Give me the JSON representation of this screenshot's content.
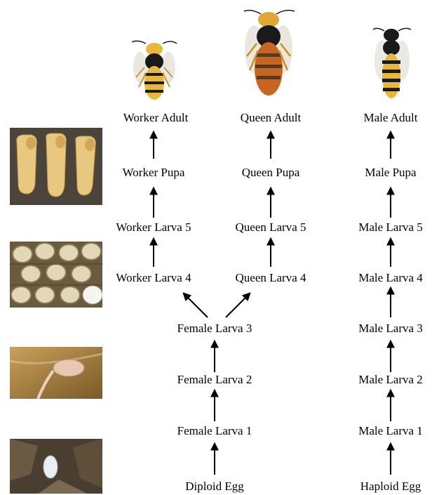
{
  "labels": {
    "worker_adult": "Worker Adult",
    "queen_adult": "Queen Adult",
    "male_adult": "Male Adult",
    "worker_pupa": "Worker Pupa",
    "queen_pupa": "Queen Pupa",
    "male_pupa": "Male Pupa",
    "worker_larva_5": "Worker Larva 5",
    "queen_larva_5": "Queen Larva 5",
    "male_larva_5": "Male Larva 5",
    "worker_larva_4": "Worker Larva 4",
    "queen_larva_4": "Queen Larva 4",
    "male_larva_4": "Male Larva 4",
    "female_larva_3": "Female Larva 3",
    "male_larva_3": "Male Larva 3",
    "female_larva_2": "Female Larva 2",
    "male_larva_2": "Male Larva 2",
    "female_larva_1": "Female Larva 1",
    "male_larva_1": "Male Larva 1",
    "diploid_egg": "Diploid Egg",
    "haploid_egg": "Haploid Egg"
  },
  "colors": {
    "text": "#000000",
    "arrow": "#000000",
    "wasp_yellow": "#e8b83a",
    "wasp_black": "#1a1a1a",
    "queen_orange": "#c8651e",
    "pupa_cream": "#e6c47a",
    "photo_dark": "#3a3530"
  }
}
